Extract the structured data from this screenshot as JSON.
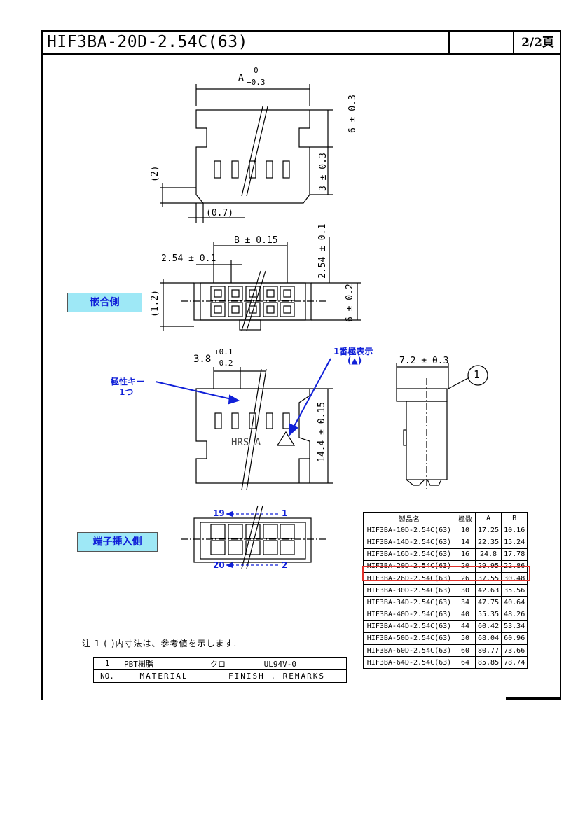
{
  "header": {
    "title": "HIF3BA-20D-2.54C(63)",
    "page": "2/2頁"
  },
  "dimensions": {
    "a_label": "A",
    "a_tol_upper": "0",
    "a_tol_lower": "−0.3",
    "six_tol": "6 ± 0.3",
    "three_tol": "3 ± 0.3",
    "two_ref": "(2)",
    "zero_seven_ref": "(0.7)",
    "b_tol": "B ± 0.15",
    "pitch_tol": "2.54 ± 0.1",
    "pitch_tol_v": "2.54 ± 0.1",
    "one_two_ref": "(1.2)",
    "six_02": "6 ± 0.2",
    "three_eight": "3.8",
    "three_eight_up": "+0.1",
    "three_eight_low": "−0.2",
    "fourteen_four": "14.4 ± 0.15",
    "seven_two": "7.2 ± 0.3",
    "balloon": "1",
    "marking": "HRS  A"
  },
  "annotations": {
    "mating_side": "嵌合側",
    "insertion_side": "端子挿入側",
    "polar_key": "極性キー",
    "polar_key_count": "1つ",
    "pin1_mark": "1番極表示",
    "pin1_symbol": "(▲)",
    "pin19": "19",
    "pin1": "1",
    "pin20": "20",
    "pin2": "2"
  },
  "product_table": {
    "headers": [
      "製品名",
      "極数",
      "A",
      "B"
    ],
    "rows": [
      [
        "HIF3BA-10D-2.54C(63)",
        "10",
        "17.25",
        "10.16"
      ],
      [
        "HIF3BA-14D-2.54C(63)",
        "14",
        "22.35",
        "15.24"
      ],
      [
        "HIF3BA-16D-2.54C(63)",
        "16",
        "24.8",
        "17.78"
      ],
      [
        "HIF3BA-20D-2.54C(63)",
        "20",
        "29.95",
        "22.86"
      ],
      [
        "HIF3BA-26D-2.54C(63)",
        "26",
        "37.55",
        "30.48"
      ],
      [
        "HIF3BA-30D-2.54C(63)",
        "30",
        "42.63",
        "35.56"
      ],
      [
        "HIF3BA-34D-2.54C(63)",
        "34",
        "47.75",
        "40.64"
      ],
      [
        "HIF3BA-40D-2.54C(63)",
        "40",
        "55.35",
        "48.26"
      ],
      [
        "HIF3BA-44D-2.54C(63)",
        "44",
        "60.42",
        "53.34"
      ],
      [
        "HIF3BA-50D-2.54C(63)",
        "50",
        "68.04",
        "60.96"
      ],
      [
        "HIF3BA-60D-2.54C(63)",
        "60",
        "80.77",
        "73.66"
      ],
      [
        "HIF3BA-64D-2.54C(63)",
        "64",
        "85.85",
        "78.74"
      ]
    ],
    "highlighted_row": "HIF3BA-20D-2.54C(63)",
    "highlight_color": "#e0302a"
  },
  "notes": {
    "note1": "注 1 ( )内寸法は、参考値を示します."
  },
  "material_table": {
    "row1": [
      "1",
      "PBT樹脂",
      "クロ",
      "UL94V-0"
    ],
    "row2": [
      "NO.",
      "MATERIAL",
      "FINISH . REMARKS"
    ]
  },
  "colors": {
    "annotation_blue": "#1020d8",
    "tag_fill": "#9ee8f6"
  }
}
